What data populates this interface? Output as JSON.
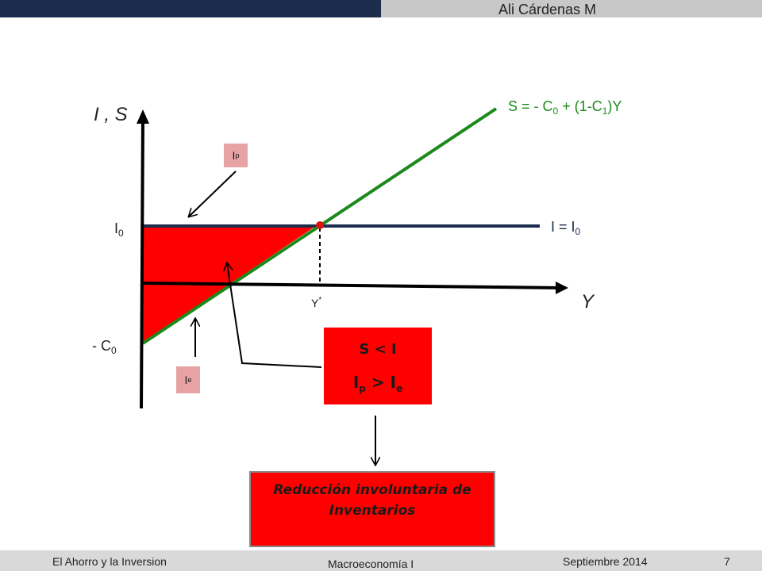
{
  "header": {
    "author": "Ali Cárdenas M"
  },
  "footer": {
    "left": "El Ahorro y la Inversion",
    "center": "Macroeconomía I",
    "date": "Septiembre 2014",
    "page": "7"
  },
  "diagram": {
    "y_axis_label": "I , S",
    "x_axis_label": "Y",
    "i0_label": "I",
    "i0_sub": "0",
    "neg_c0_label": "- C",
    "neg_c0_sub": "0",
    "ystar_label": "Y",
    "ystar_sup": "*",
    "s_line_label": {
      "part1": "S = - C",
      "sub1": "0",
      "part2": " + (1-C",
      "sub2": "1",
      "part3": ")Y"
    },
    "i_line_label": {
      "text": "I  =  I",
      "sub": "0"
    },
    "colors": {
      "saving_line": "#1a8a1a",
      "investment_line": "#1b2c4c",
      "triangle_fill": "#ff0000",
      "tag_fill": "#e7a3a3"
    }
  },
  "tags": {
    "ip": {
      "base": "I",
      "sub": "p"
    },
    "ie": {
      "base": "I",
      "sub": "e"
    }
  },
  "condition_box": {
    "line1": "S < I",
    "line2_base1": "I",
    "line2_sub1": "p",
    "line2_op": " > I",
    "line2_sub2": "e"
  },
  "result_box": {
    "text": "Reducción involuntaria de Inventarios"
  }
}
